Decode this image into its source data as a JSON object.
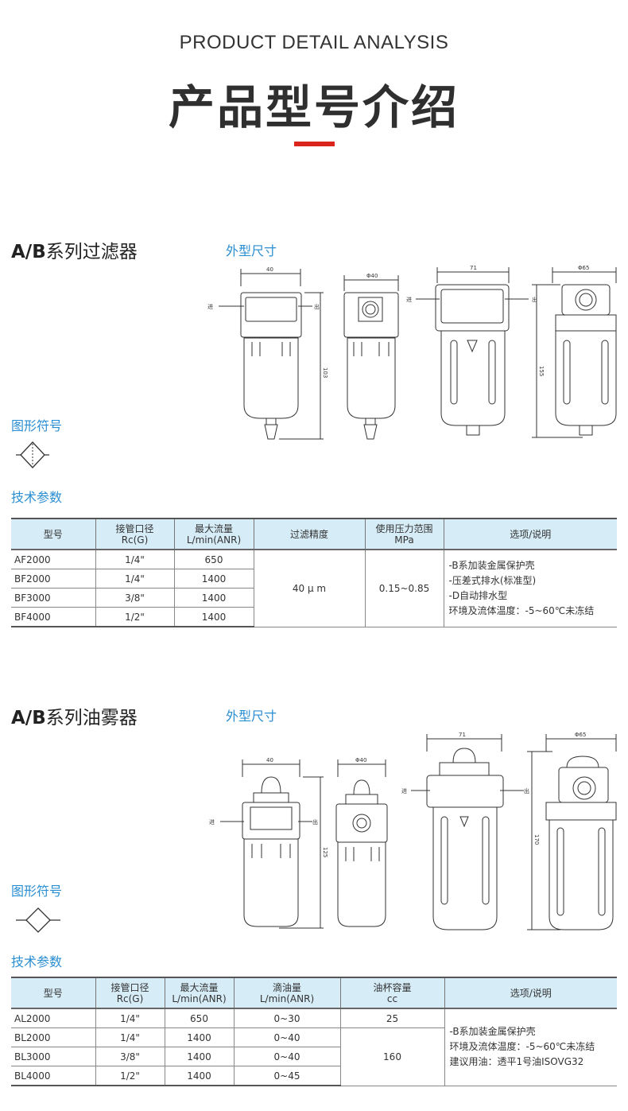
{
  "hero": {
    "subtitle_en": "PRODUCT DETAIL ANALYSIS",
    "title_cn": "产品型号介绍"
  },
  "filter": {
    "title_bold": "A/B",
    "title_rest": "系列过滤器",
    "dimensions_label": "外型尺寸",
    "symbol_label": "图形符号",
    "params_label": "技术参数",
    "dims": {
      "d1_width": "40",
      "d1_height": "103",
      "d2_width": "Φ40",
      "d3_width": "71",
      "d3_height": "155",
      "d4_width": "Φ65",
      "inlet": "进",
      "outlet": "出"
    },
    "headers": [
      "型号",
      "接管口径\nRc(G)",
      "最大流量\nL/min(ANR)",
      "过滤精度",
      "使用压力范围\nMPa",
      "选项/说明"
    ],
    "rows": [
      [
        "AF2000",
        "1/4\"",
        "650"
      ],
      [
        "BF2000",
        "1/4\"",
        "1400"
      ],
      [
        "BF3000",
        "3/8\"",
        "1400"
      ],
      [
        "BF4000",
        "1/2\"",
        "1400"
      ]
    ],
    "precision": "40 μ m",
    "pressure": "0.15~0.85",
    "options": [
      "-B系加装金属保护壳",
      "-压差式排水(标准型)",
      "-D自动排水型",
      "环境及流体温度：-5~60℃未冻结"
    ]
  },
  "lubricator": {
    "title_bold": "A/B",
    "title_rest": "系列油雾器",
    "dimensions_label": "外型尺寸",
    "symbol_label": "图形符号",
    "params_label": "技术参数",
    "dims": {
      "d1_width": "40",
      "d1_height": "125",
      "d2_width": "Φ40",
      "d3_width": "71",
      "d3_height": "170",
      "d4_width": "Φ65",
      "inlet": "进",
      "outlet": "出"
    },
    "headers": [
      "型号",
      "接管口径\nRc(G)",
      "最大流量\nL/min(ANR)",
      "滴油量\nL/min(ANR)",
      "油杯容量\ncc",
      "选项/说明"
    ],
    "rows": [
      [
        "AL2000",
        "1/4\"",
        "650",
        "0~30"
      ],
      [
        "BL2000",
        "1/4\"",
        "1400",
        "0~40"
      ],
      [
        "BL3000",
        "3/8\"",
        "1400",
        "0~40"
      ],
      [
        "BL4000",
        "1/2\"",
        "1400",
        "0~45"
      ]
    ],
    "cup_small": "25",
    "cup_large": "160",
    "options": [
      "-B系加装金属保护壳",
      "环境及流体温度：-5~60℃未冻结",
      "建议用油：透平1号油ISOVG32"
    ]
  }
}
